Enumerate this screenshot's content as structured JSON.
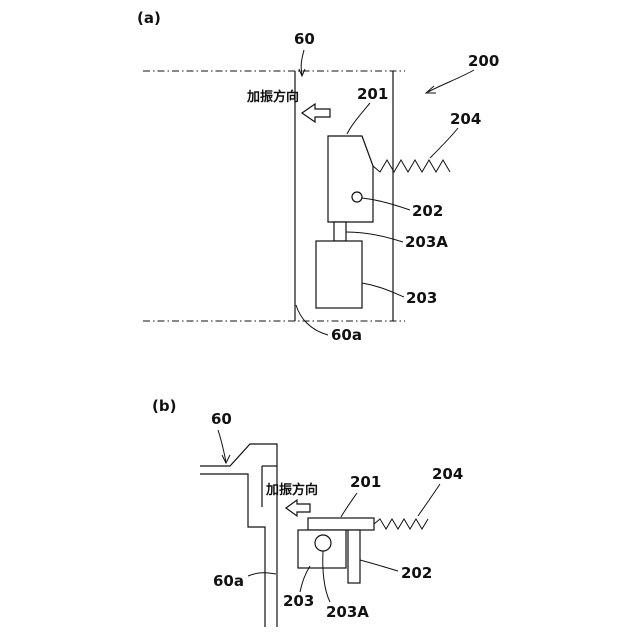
{
  "panel_a": {
    "panel_label": "(a)",
    "label_60": "60",
    "label_200": "200",
    "label_201": "201",
    "label_202": "202",
    "label_203A": "203A",
    "label_203": "203",
    "label_204": "204",
    "label_60a": "60a",
    "direction_text": "加振方向"
  },
  "panel_b": {
    "panel_label": "(b)",
    "label_60": "60",
    "label_201": "201",
    "label_202": "202",
    "label_203": "203",
    "label_203A": "203A",
    "label_204": "204",
    "label_60a": "60a",
    "direction_text": "加振方向"
  }
}
